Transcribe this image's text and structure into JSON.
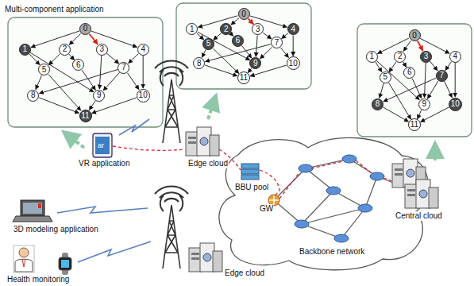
{
  "diagram": {
    "nodes": [
      {
        "text": [
          "0"
        ]
      },
      {
        "text": [
          "1"
        ]
      },
      {
        "text": [
          "2"
        ]
      },
      {
        "text": [
          "3"
        ]
      },
      {
        "text": [
          "4"
        ]
      },
      {
        "text": [
          "5"
        ]
      },
      {
        "text": [
          "6"
        ]
      },
      {
        "text": [
          "7"
        ]
      },
      {
        "text": [
          "8"
        ]
      },
      {
        "text": [
          "9"
        ]
      },
      {
        "text": [
          "10"
        ]
      },
      {
        "text": [
          "11"
        ]
      },
      {
        "text": [
          "0"
        ]
      },
      {
        "text": [
          "1"
        ]
      },
      {
        "text": [
          "2"
        ]
      },
      {
        "text": [
          "3"
        ]
      },
      {
        "text": [
          "4"
        ]
      },
      {
        "text": [
          "5"
        ]
      },
      {
        "text": [
          "6"
        ]
      },
      {
        "text": [
          "7"
        ]
      },
      {
        "text": [
          "8"
        ]
      },
      {
        "text": [
          "9"
        ]
      },
      {
        "text": [
          "10"
        ]
      },
      {
        "text": [
          "11"
        ]
      },
      {
        "text": [
          "0"
        ]
      },
      {
        "text": [
          "1"
        ]
      },
      {
        "text": [
          "2"
        ]
      },
      {
        "text": [
          "3"
        ]
      },
      {
        "text": [
          "4"
        ]
      },
      {
        "text": [
          "5"
        ]
      },
      {
        "text": [
          "6"
        ]
      },
      {
        "text": [
          "7"
        ]
      },
      {
        "text": [
          "8"
        ]
      },
      {
        "text": [
          "9"
        ]
      },
      {
        "text": [
          "10"
        ]
      },
      {
        "text": [
          "11"
        ]
      }
    ],
    "edges": [
      {
        "from": 0,
        "to": 1,
        "arrow": "to"
      },
      {
        "from": 0,
        "to": 2,
        "arrow": "to"
      },
      {
        "from": 0,
        "to": 3,
        "arrow": "to"
      },
      {
        "from": 0,
        "to": 4,
        "arrow": "to"
      },
      {
        "from": 1,
        "to": 5,
        "arrow": "to"
      },
      {
        "from": 1,
        "to": 9,
        "arrow": "to"
      },
      {
        "from": 2,
        "to": 5,
        "arrow": "to"
      },
      {
        "from": 2,
        "to": 6,
        "arrow": "to"
      },
      {
        "from": 3,
        "to": 7,
        "arrow": "to"
      },
      {
        "from": 3,
        "to": 9,
        "arrow": "to"
      },
      {
        "from": 4,
        "to": 7,
        "arrow": "to"
      },
      {
        "from": 4,
        "to": 10,
        "arrow": "to"
      },
      {
        "from": 5,
        "to": 8,
        "arrow": "to"
      },
      {
        "from": 5,
        "to": 11,
        "arrow": "to"
      },
      {
        "from": 6,
        "to": 9,
        "arrow": "to"
      },
      {
        "from": 7,
        "to": 8,
        "arrow": "to"
      },
      {
        "from": 7,
        "to": 9,
        "arrow": "to"
      },
      {
        "from": 7,
        "to": 10,
        "arrow": "to"
      },
      {
        "from": 8,
        "to": 11,
        "arrow": "to"
      },
      {
        "from": 9,
        "to": 11,
        "arrow": "to"
      },
      {
        "from": 10,
        "to": 11,
        "arrow": "to"
      },
      {
        "from": 12,
        "to": 13,
        "arrow": "to"
      },
      {
        "from": 12,
        "to": 14,
        "arrow": "to"
      },
      {
        "from": 12,
        "to": 15,
        "arrow": "to"
      },
      {
        "from": 12,
        "to": 16,
        "arrow": "to"
      },
      {
        "from": 13,
        "to": 17,
        "arrow": "to"
      },
      {
        "from": 13,
        "to": 21,
        "arrow": "to"
      },
      {
        "from": 14,
        "to": 17,
        "arrow": "to"
      },
      {
        "from": 14,
        "to": 18,
        "arrow": "to"
      },
      {
        "from": 15,
        "to": 19,
        "arrow": "to"
      },
      {
        "from": 15,
        "to": 21,
        "arrow": "to"
      },
      {
        "from": 16,
        "to": 19,
        "arrow": "to"
      },
      {
        "from": 16,
        "to": 22,
        "arrow": "to"
      },
      {
        "from": 17,
        "to": 20,
        "arrow": "to"
      },
      {
        "from": 17,
        "to": 23,
        "arrow": "to"
      },
      {
        "from": 18,
        "to": 21,
        "arrow": "to"
      },
      {
        "from": 19,
        "to": 20,
        "arrow": "to"
      },
      {
        "from": 19,
        "to": 21,
        "arrow": "to"
      },
      {
        "from": 19,
        "to": 22,
        "arrow": "to"
      },
      {
        "from": 20,
        "to": 23,
        "arrow": "to"
      },
      {
        "from": 21,
        "to": 23,
        "arrow": "to"
      },
      {
        "from": 22,
        "to": 23,
        "arrow": "to"
      },
      {
        "from": 24,
        "to": 25,
        "arrow": "to"
      },
      {
        "from": 24,
        "to": 26,
        "arrow": "to"
      },
      {
        "from": 24,
        "to": 27,
        "arrow": "to"
      },
      {
        "from": 24,
        "to": 28,
        "arrow": "to"
      },
      {
        "from": 25,
        "to": 29,
        "arrow": "to"
      },
      {
        "from": 25,
        "to": 33,
        "arrow": "to"
      },
      {
        "from": 26,
        "to": 29,
        "arrow": "to"
      },
      {
        "from": 26,
        "to": 30,
        "arrow": "to"
      },
      {
        "from": 27,
        "to": 31,
        "arrow": "to"
      },
      {
        "from": 27,
        "to": 33,
        "arrow": "to"
      },
      {
        "from": 28,
        "to": 31,
        "arrow": "to"
      },
      {
        "from": 28,
        "to": 34,
        "arrow": "to"
      },
      {
        "from": 29,
        "to": 32,
        "arrow": "to"
      },
      {
        "from": 29,
        "to": 35,
        "arrow": "to"
      },
      {
        "from": 30,
        "to": 33,
        "arrow": "to"
      },
      {
        "from": 31,
        "to": 32,
        "arrow": "to"
      },
      {
        "from": 31,
        "to": 33,
        "arrow": "to"
      },
      {
        "from": 31,
        "to": 34,
        "arrow": "to"
      },
      {
        "from": 32,
        "to": 35,
        "arrow": "to"
      },
      {
        "from": 33,
        "to": 35,
        "arrow": "to"
      },
      {
        "from": 34,
        "to": 35,
        "arrow": "to"
      }
    ],
    "labels": [
      "Multi-component application",
      "ar",
      "VR application",
      "3D modeling application",
      "Health monitoring",
      "Edge cloud",
      "Edge cloud",
      "BBU pool",
      "GW",
      "Backbone network",
      "Central cloud"
    ]
  }
}
